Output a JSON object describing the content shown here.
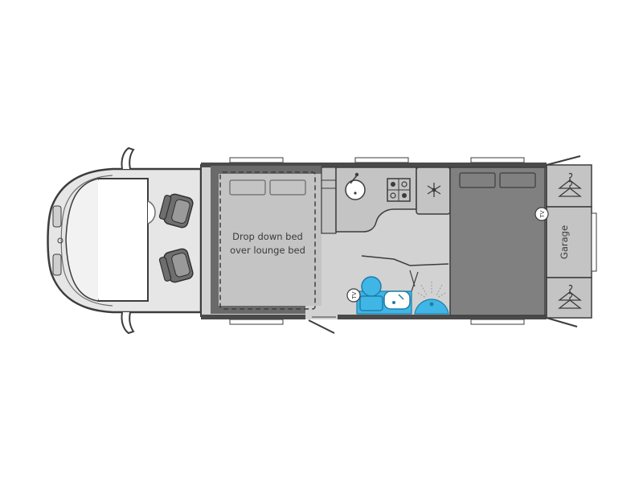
{
  "labels": {
    "bed_line1": "Drop down bed",
    "bed_line2": "over lounge bed",
    "garage": "Garage",
    "tv_washroom": "TV",
    "tv_rear": "TV"
  },
  "icons": {
    "sink": "kitchen-sink-icon",
    "hob": "gas-hob-icon",
    "fridge": "snowflake-icon",
    "toilet": "toilet-icon",
    "washbasin": "washbasin-icon",
    "shower": "shower-icon",
    "wardrobe": "coat-hanger-icon"
  },
  "colors": {
    "floor": "#d2d2d2",
    "cab": "#e6e6e6",
    "outline": "#3c3c3c",
    "bed": "#808080",
    "washroom": "#3fb6e6",
    "furniture": "#bfbfbf"
  }
}
